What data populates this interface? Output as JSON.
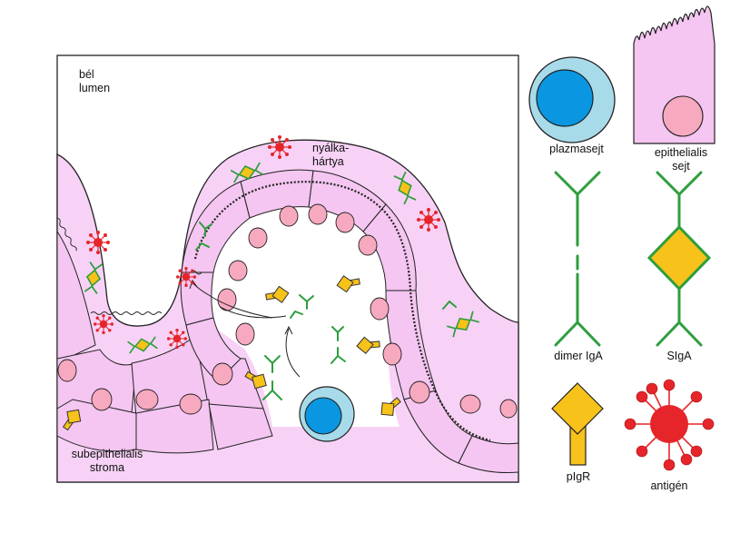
{
  "diagram": {
    "labels": {
      "lumen": "bél\nlumen",
      "mucosa": "nyálka-\nhártya",
      "stroma": "subepithelialis\nstroma"
    },
    "legend": {
      "plasma_cell": "plazmasejt",
      "epithelial_cell": "epithelialis\nsejt",
      "dimer_iga": "dimer IgA",
      "siga": "SIgA",
      "pigr": "pIgR",
      "antigen": "antigén"
    },
    "colors": {
      "tissue_pink": "#f7d2f6",
      "cell_pink": "#f4c6f1",
      "nucleus_pink": "#f7a9c0",
      "plasma_outer": "#a8dbea",
      "plasma_nucleus": "#0a96e0",
      "antibody_green": "#2e9e3e",
      "receptor_yellow": "#f7c21a",
      "antigen_red": "#e6252a"
    }
  }
}
